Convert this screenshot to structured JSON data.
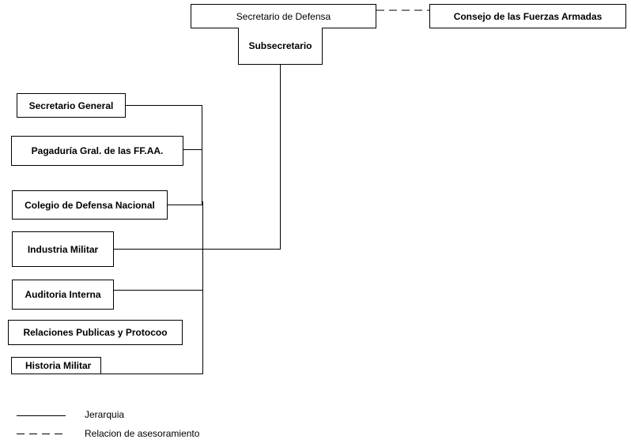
{
  "nodes": {
    "secretario_defensa": "Secretario de Defensa",
    "consejo": "Consejo de las Fuerzas Armadas",
    "subsecretario": "Subsecretario",
    "secretario_general": "Secretario General",
    "pagaduria": "Pagaduría Gral. de las FF.AA.",
    "colegio": "Colegio de Defensa Nacional",
    "industria": "Industria Militar",
    "auditoria": "Auditoria Interna",
    "relaciones": "Relaciones Publicas y Protocoo",
    "historia": "Historia Militar"
  },
  "legend": {
    "solid": "Jerarquia",
    "dashed": "Relacion de asesoramiento"
  }
}
